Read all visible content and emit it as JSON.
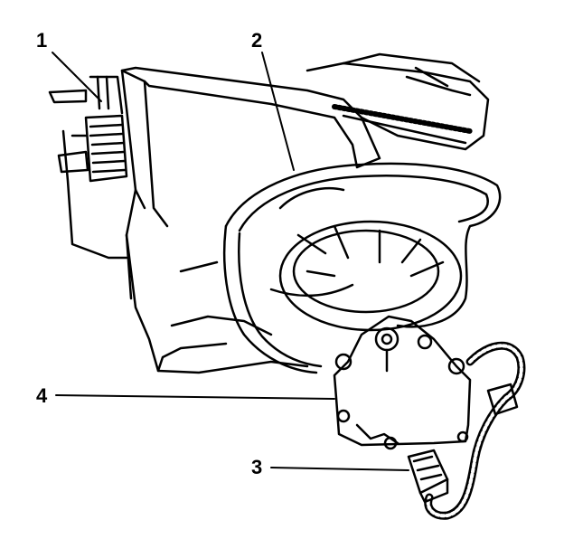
{
  "callouts": [
    {
      "label": "1",
      "part": "harness-connector"
    },
    {
      "label": "2",
      "part": "blower-housing"
    },
    {
      "label": "3",
      "part": "electrical-connector"
    },
    {
      "label": "4",
      "part": "actuator"
    }
  ],
  "colors": {
    "ink": "#000000",
    "paper": "#ffffff"
  }
}
